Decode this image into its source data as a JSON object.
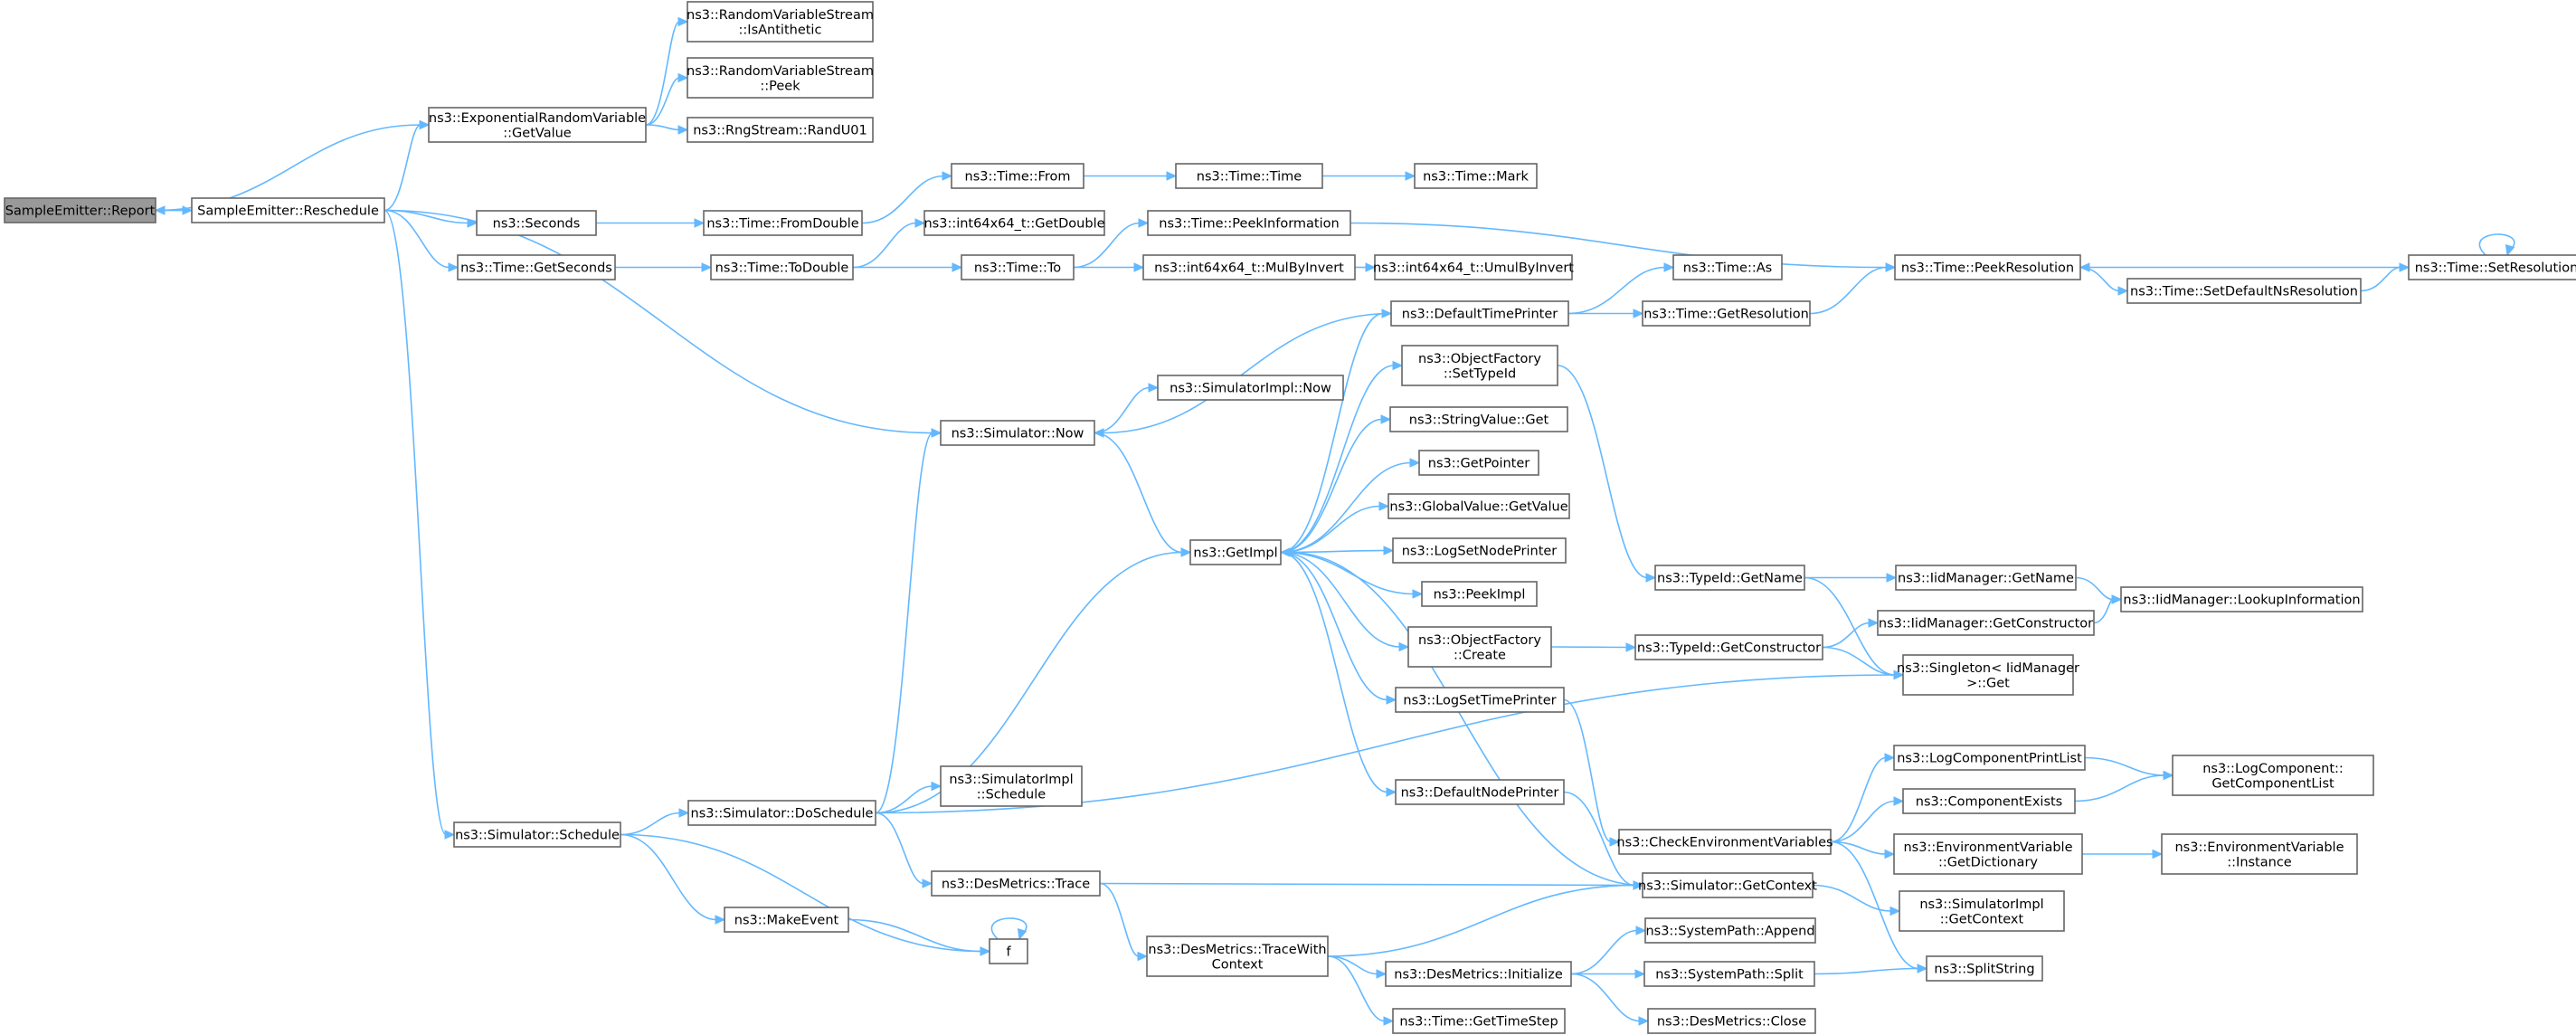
{
  "nodes": [
    {
      "id": "report",
      "lines": [
        "SampleEmitter::Report"
      ],
      "root": true
    },
    {
      "id": "reschedule",
      "lines": [
        "SampleEmitter::Reschedule"
      ]
    },
    {
      "id": "exp_getvalue",
      "lines": [
        "ns3::ExponentialRandomVariable",
        "::GetValue"
      ]
    },
    {
      "id": "rvs_isanti",
      "lines": [
        "ns3::RandomVariableStream",
        "::IsAntithetic"
      ]
    },
    {
      "id": "rvs_peek",
      "lines": [
        "ns3::RandomVariableStream",
        "::Peek"
      ]
    },
    {
      "id": "rng_randu01",
      "lines": [
        "ns3::RngStream::RandU01"
      ]
    },
    {
      "id": "seconds",
      "lines": [
        "ns3::Seconds"
      ]
    },
    {
      "id": "time_getseconds",
      "lines": [
        "ns3::Time::GetSeconds"
      ]
    },
    {
      "id": "sim_schedule",
      "lines": [
        "ns3::Simulator::Schedule"
      ]
    },
    {
      "id": "time_fromdouble",
      "lines": [
        "ns3::Time::FromDouble"
      ]
    },
    {
      "id": "time_todouble",
      "lines": [
        "ns3::Time::ToDouble"
      ]
    },
    {
      "id": "time_from",
      "lines": [
        "ns3::Time::From"
      ]
    },
    {
      "id": "i64_getdouble",
      "lines": [
        "ns3::int64x64_t::GetDouble"
      ]
    },
    {
      "id": "time_to",
      "lines": [
        "ns3::Time::To"
      ]
    },
    {
      "id": "time_time",
      "lines": [
        "ns3::Time::Time"
      ]
    },
    {
      "id": "time_mark",
      "lines": [
        "ns3::Time::Mark"
      ]
    },
    {
      "id": "time_peekinfo",
      "lines": [
        "ns3::Time::PeekInformation"
      ]
    },
    {
      "id": "i64_mulbyinvert",
      "lines": [
        "ns3::int64x64_t::MulByInvert"
      ]
    },
    {
      "id": "i64_umulbyinvert",
      "lines": [
        "ns3::int64x64_t::UmulByInvert"
      ]
    },
    {
      "id": "time_peekres",
      "lines": [
        "ns3::Time::PeekResolution"
      ]
    },
    {
      "id": "time_setres",
      "lines": [
        "ns3::Time::SetResolution"
      ]
    },
    {
      "id": "time_setdefns",
      "lines": [
        "ns3::Time::SetDefaultNsResolution"
      ]
    },
    {
      "id": "default_time_printer",
      "lines": [
        "ns3::DefaultTimePrinter"
      ]
    },
    {
      "id": "time_as",
      "lines": [
        "ns3::Time::As"
      ]
    },
    {
      "id": "time_getres",
      "lines": [
        "ns3::Time::GetResolution"
      ]
    },
    {
      "id": "of_settypeid",
      "lines": [
        "ns3::ObjectFactory",
        "::SetTypeId"
      ]
    },
    {
      "id": "simimpl_now",
      "lines": [
        "ns3::SimulatorImpl::Now"
      ]
    },
    {
      "id": "sim_now",
      "lines": [
        "ns3::Simulator::Now"
      ]
    },
    {
      "id": "stringvalue_get",
      "lines": [
        "ns3::StringValue::Get"
      ]
    },
    {
      "id": "getpointer",
      "lines": [
        "ns3::GetPointer"
      ]
    },
    {
      "id": "globalvalue_getvalue",
      "lines": [
        "ns3::GlobalValue::GetValue"
      ]
    },
    {
      "id": "getimpl",
      "lines": [
        "ns3::GetImpl"
      ]
    },
    {
      "id": "logsetnodeprinter",
      "lines": [
        "ns3::LogSetNodePrinter"
      ]
    },
    {
      "id": "peekimpl",
      "lines": [
        "ns3::PeekImpl"
      ]
    },
    {
      "id": "of_create",
      "lines": [
        "ns3::ObjectFactory",
        "::Create"
      ]
    },
    {
      "id": "logsettimeprinter",
      "lines": [
        "ns3::LogSetTimePrinter"
      ]
    },
    {
      "id": "default_node_printer",
      "lines": [
        "ns3::DefaultNodePrinter"
      ]
    },
    {
      "id": "typeid_getname",
      "lines": [
        "ns3::TypeId::GetName"
      ]
    },
    {
      "id": "iid_getname",
      "lines": [
        "ns3::IidManager::GetName"
      ]
    },
    {
      "id": "iid_lookupinfo",
      "lines": [
        "ns3::IidManager::LookupInformation"
      ]
    },
    {
      "id": "iid_getconstructor",
      "lines": [
        "ns3::IidManager::GetConstructor"
      ]
    },
    {
      "id": "typeid_getconstructor",
      "lines": [
        "ns3::TypeId::GetConstructor"
      ]
    },
    {
      "id": "singleton_get",
      "lines": [
        "ns3::Singleton< IidManager",
        " >::Get"
      ]
    },
    {
      "id": "simimpl_schedule",
      "lines": [
        "ns3::SimulatorImpl",
        "::Schedule"
      ]
    },
    {
      "id": "sim_doschedule",
      "lines": [
        "ns3::Simulator::DoSchedule"
      ]
    },
    {
      "id": "desmetrics_trace",
      "lines": [
        "ns3::DesMetrics::Trace"
      ]
    },
    {
      "id": "makeevent",
      "lines": [
        "ns3::MakeEvent"
      ]
    },
    {
      "id": "f",
      "lines": [
        "f"
      ]
    },
    {
      "id": "desmetrics_tracewithcontext",
      "lines": [
        "ns3::DesMetrics::TraceWith",
        "Context"
      ]
    },
    {
      "id": "desmetrics_initialize",
      "lines": [
        "ns3::DesMetrics::Initialize"
      ]
    },
    {
      "id": "time_gettimestep",
      "lines": [
        "ns3::Time::GetTimeStep"
      ]
    },
    {
      "id": "check_env_vars",
      "lines": [
        "ns3::CheckEnvironmentVariables"
      ]
    },
    {
      "id": "sim_getcontext",
      "lines": [
        "ns3::Simulator::GetContext"
      ]
    },
    {
      "id": "logcomponentprintlist",
      "lines": [
        "ns3::LogComponentPrintList"
      ]
    },
    {
      "id": "componentexists",
      "lines": [
        "ns3::ComponentExists"
      ]
    },
    {
      "id": "logcomp_getlist",
      "lines": [
        "ns3::LogComponent::",
        "GetComponentList"
      ]
    },
    {
      "id": "envvar_getdict",
      "lines": [
        "ns3::EnvironmentVariable",
        "::GetDictionary"
      ]
    },
    {
      "id": "envvar_instance",
      "lines": [
        "ns3::EnvironmentVariable",
        "::Instance"
      ]
    },
    {
      "id": "simimpl_getcontext",
      "lines": [
        "ns3::SimulatorImpl",
        "::GetContext"
      ]
    },
    {
      "id": "systempath_append",
      "lines": [
        "ns3::SystemPath::Append"
      ]
    },
    {
      "id": "systempath_split",
      "lines": [
        "ns3::SystemPath::Split"
      ]
    },
    {
      "id": "desmetrics_close",
      "lines": [
        "ns3::DesMetrics::Close"
      ]
    },
    {
      "id": "splitstring",
      "lines": [
        "ns3::SplitString"
      ]
    }
  ],
  "edges": [
    [
      "report",
      "reschedule"
    ],
    [
      "reschedule",
      "report"
    ],
    [
      "report",
      "exp_getvalue"
    ],
    [
      "reschedule",
      "exp_getvalue"
    ],
    [
      "exp_getvalue",
      "rvs_isanti"
    ],
    [
      "exp_getvalue",
      "rvs_peek"
    ],
    [
      "exp_getvalue",
      "rng_randu01"
    ],
    [
      "reschedule",
      "sim_now"
    ],
    [
      "reschedule",
      "seconds"
    ],
    [
      "reschedule",
      "time_getseconds"
    ],
    [
      "reschedule",
      "sim_schedule"
    ],
    [
      "seconds",
      "time_fromdouble"
    ],
    [
      "time_fromdouble",
      "time_from"
    ],
    [
      "time_from",
      "time_time"
    ],
    [
      "time_time",
      "time_mark"
    ],
    [
      "time_getseconds",
      "time_todouble"
    ],
    [
      "time_todouble",
      "i64_getdouble"
    ],
    [
      "time_todouble",
      "time_to"
    ],
    [
      "time_to",
      "time_peekinfo"
    ],
    [
      "time_to",
      "i64_mulbyinvert"
    ],
    [
      "i64_mulbyinvert",
      "i64_umulbyinvert"
    ],
    [
      "time_peekinfo",
      "time_peekres"
    ],
    [
      "time_peekres",
      "time_setdefns"
    ],
    [
      "time_setdefns",
      "time_setres"
    ],
    [
      "time_setres",
      "time_peekres"
    ],
    [
      "time_setres",
      "time_setres"
    ],
    [
      "default_time_printer",
      "time_as"
    ],
    [
      "default_time_printer",
      "time_getres"
    ],
    [
      "time_getres",
      "time_peekres"
    ],
    [
      "default_time_printer",
      "sim_now"
    ],
    [
      "sim_now",
      "simimpl_now"
    ],
    [
      "sim_now",
      "getimpl"
    ],
    [
      "getimpl",
      "default_time_printer"
    ],
    [
      "getimpl",
      "of_settypeid"
    ],
    [
      "getimpl",
      "stringvalue_get"
    ],
    [
      "getimpl",
      "getpointer"
    ],
    [
      "getimpl",
      "globalvalue_getvalue"
    ],
    [
      "getimpl",
      "logsetnodeprinter"
    ],
    [
      "getimpl",
      "peekimpl"
    ],
    [
      "getimpl",
      "of_create"
    ],
    [
      "getimpl",
      "logsettimeprinter"
    ],
    [
      "getimpl",
      "default_node_printer"
    ],
    [
      "of_settypeid",
      "typeid_getname"
    ],
    [
      "typeid_getname",
      "iid_getname"
    ],
    [
      "typeid_getname",
      "singleton_get"
    ],
    [
      "iid_getname",
      "iid_lookupinfo"
    ],
    [
      "of_create",
      "typeid_getconstructor"
    ],
    [
      "typeid_getconstructor",
      "iid_getconstructor"
    ],
    [
      "typeid_getconstructor",
      "singleton_get"
    ],
    [
      "iid_getconstructor",
      "iid_lookupinfo"
    ],
    [
      "logsettimeprinter",
      "check_env_vars"
    ],
    [
      "default_node_printer",
      "sim_getcontext"
    ],
    [
      "sim_getcontext",
      "getimpl"
    ],
    [
      "sim_getcontext",
      "simimpl_getcontext"
    ],
    [
      "sim_schedule",
      "sim_doschedule"
    ],
    [
      "sim_schedule",
      "makeevent"
    ],
    [
      "sim_schedule",
      "f"
    ],
    [
      "makeevent",
      "f"
    ],
    [
      "f",
      "f"
    ],
    [
      "sim_doschedule",
      "sim_now"
    ],
    [
      "sim_doschedule",
      "getimpl"
    ],
    [
      "sim_doschedule",
      "simimpl_schedule"
    ],
    [
      "sim_doschedule",
      "singleton_get"
    ],
    [
      "sim_doschedule",
      "desmetrics_trace"
    ],
    [
      "desmetrics_trace",
      "sim_getcontext"
    ],
    [
      "desmetrics_trace",
      "desmetrics_tracewithcontext"
    ],
    [
      "desmetrics_tracewithcontext",
      "sim_getcontext"
    ],
    [
      "desmetrics_tracewithcontext",
      "desmetrics_initialize"
    ],
    [
      "desmetrics_tracewithcontext",
      "time_gettimestep"
    ],
    [
      "desmetrics_initialize",
      "systempath_append"
    ],
    [
      "desmetrics_initialize",
      "systempath_split"
    ],
    [
      "desmetrics_initialize",
      "desmetrics_close"
    ],
    [
      "systempath_split",
      "splitstring"
    ],
    [
      "check_env_vars",
      "logcomponentprintlist"
    ],
    [
      "check_env_vars",
      "componentexists"
    ],
    [
      "check_env_vars",
      "envvar_getdict"
    ],
    [
      "check_env_vars",
      "splitstring"
    ],
    [
      "logcomponentprintlist",
      "logcomp_getlist"
    ],
    [
      "componentexists",
      "logcomp_getlist"
    ],
    [
      "envvar_getdict",
      "envvar_instance"
    ]
  ]
}
